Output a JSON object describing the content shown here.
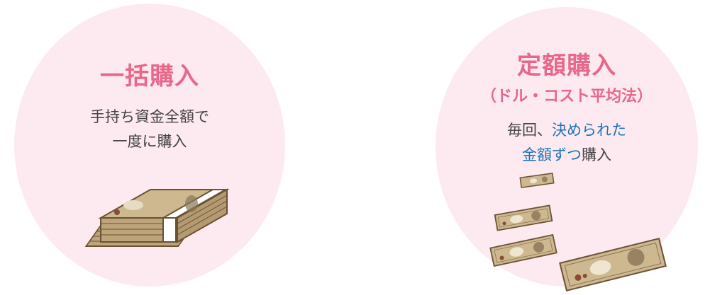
{
  "lump_sum": {
    "title": "一括購入",
    "desc_line1": "手持ち資金全額で",
    "desc_line2": "一度に購入",
    "image": "banknote-stack-icon"
  },
  "dca": {
    "title": "定額購入",
    "subtitle": "（ドル・コスト平均法）",
    "desc_line1_prefix": "毎回、",
    "desc_line1_highlight": "決められた",
    "desc_line2_highlight": "金額ずつ",
    "desc_line2_suffix": "購入",
    "image": "banknote-icon"
  },
  "colors": {
    "circle": "#fdeaf0",
    "title": "#e8678a",
    "highlight": "#1f73b7",
    "text": "#444444",
    "banknote": "#cdb88f"
  }
}
